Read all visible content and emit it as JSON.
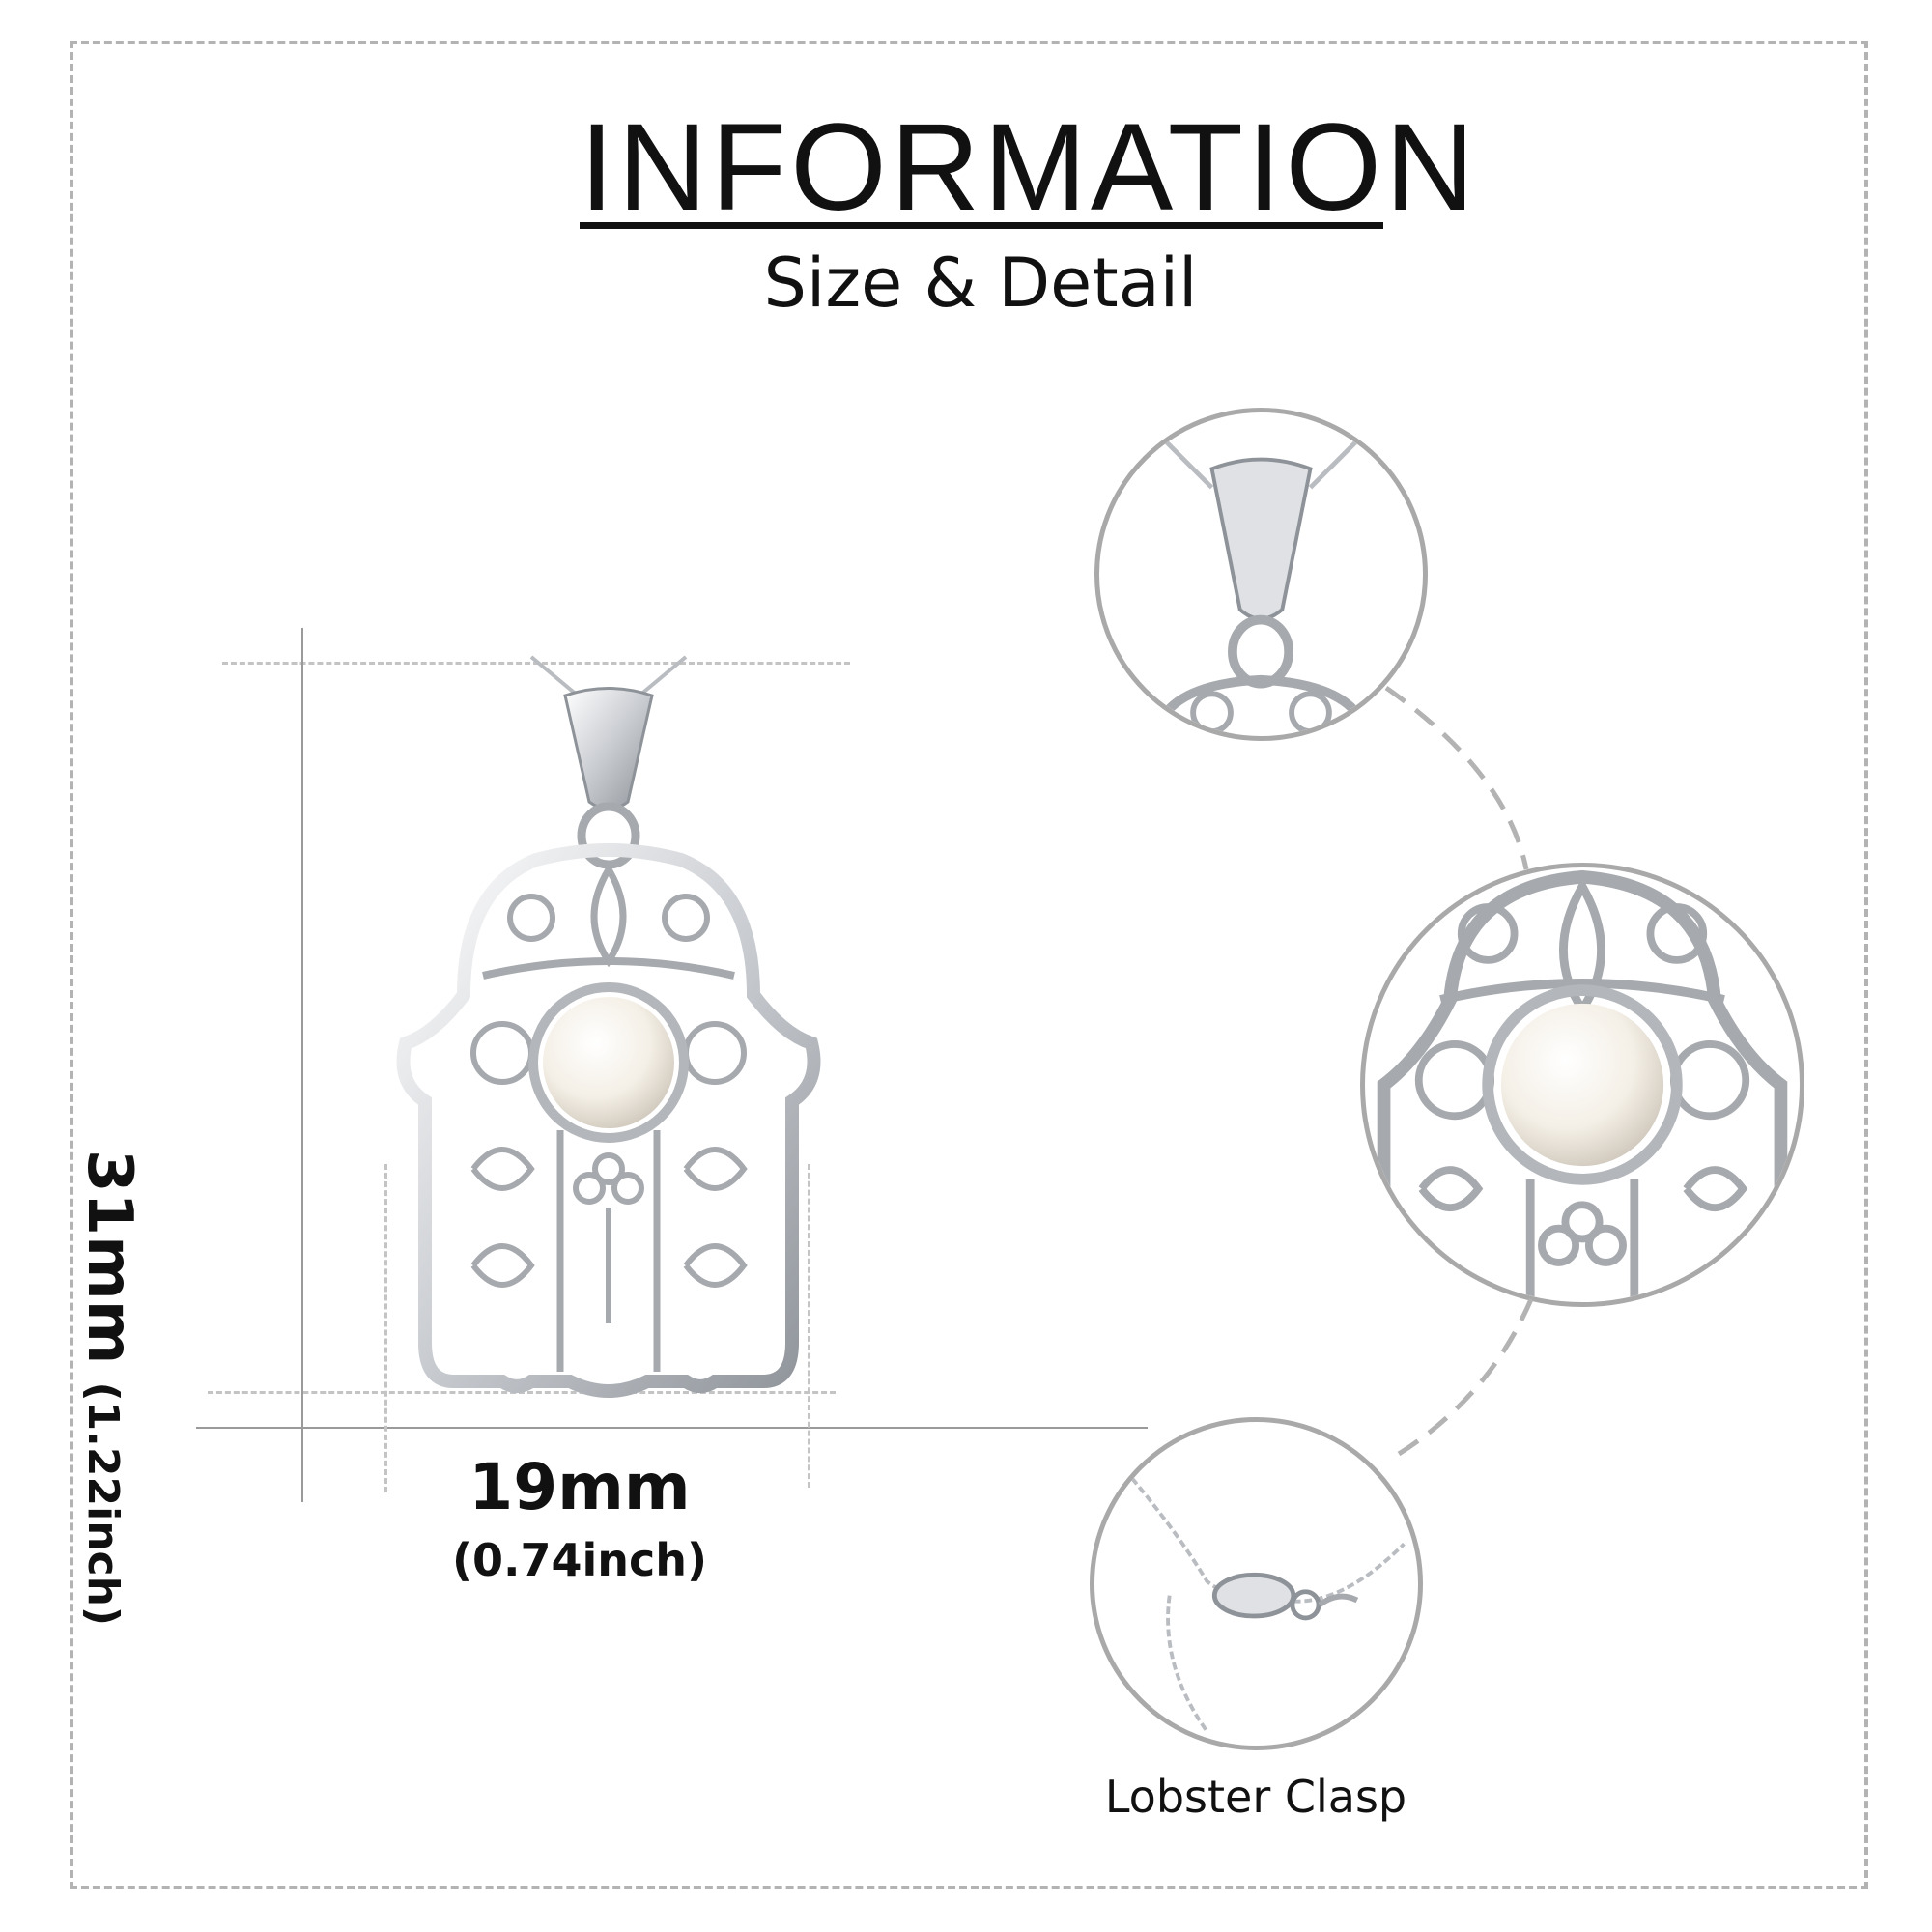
{
  "header": {
    "title": "INFORMATION",
    "subtitle": "Size & Detail"
  },
  "dimensions": {
    "height_main": "31mm",
    "height_sub": "(1.22inch)",
    "width_main": "19mm",
    "width_sub": "(0.74inch)"
  },
  "details": {
    "clasp_caption": "Lobster Clasp"
  },
  "colors": {
    "frame_dash": "#b3b3b3",
    "guide": "#9a9a9a",
    "silver": "#c9ccd1",
    "pearl": "#f4efe6"
  }
}
